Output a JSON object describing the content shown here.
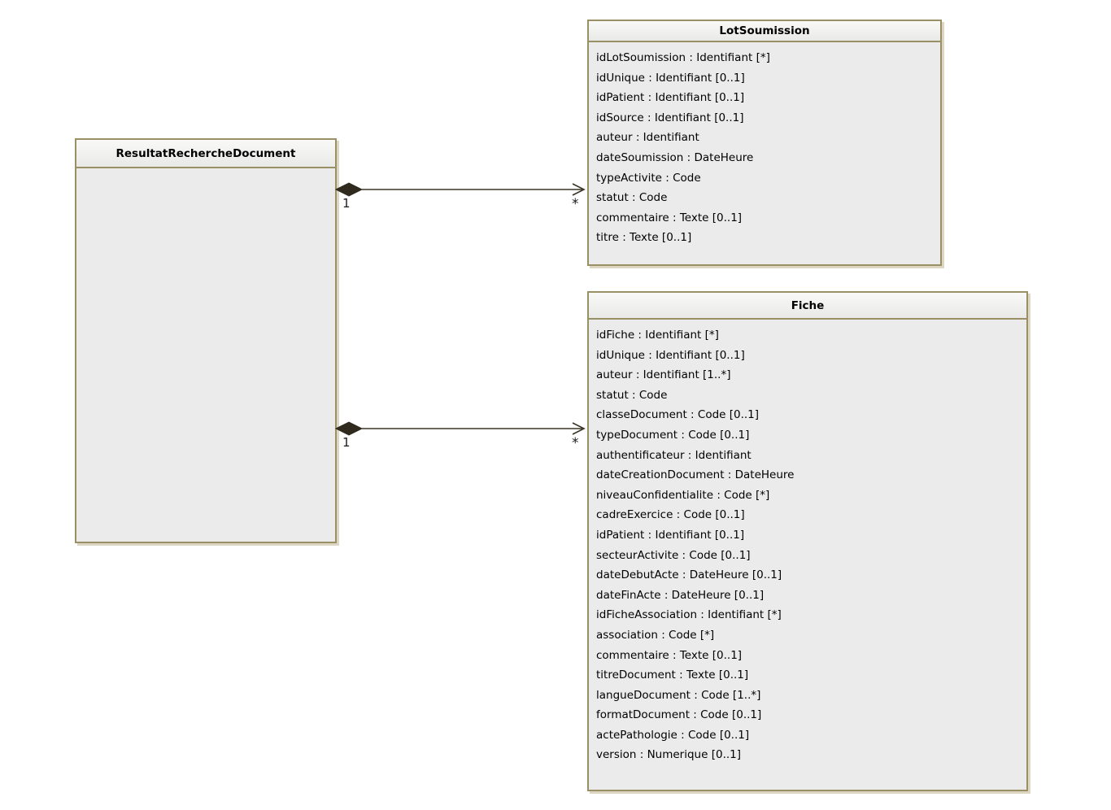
{
  "diagram": {
    "classes": {
      "resultat": {
        "name": "ResultatRechercheDocument",
        "attributes": []
      },
      "lot": {
        "name": "LotSoumission",
        "attributes": [
          "idLotSoumission : Identifiant [*]",
          "idUnique : Identifiant [0..1]",
          "idPatient : Identifiant [0..1]",
          "idSource : Identifiant [0..1]",
          "auteur : Identifiant",
          "dateSoumission : DateHeure",
          "typeActivite : Code",
          "statut : Code",
          "commentaire : Texte [0..1]",
          "titre : Texte [0..1]"
        ]
      },
      "fiche": {
        "name": "Fiche",
        "attributes": [
          "idFiche : Identifiant [*]",
          "idUnique : Identifiant [0..1]",
          "auteur : Identifiant [1..*]",
          "statut : Code",
          "classeDocument : Code [0..1]",
          "typeDocument : Code [0..1]",
          "authentificateur : Identifiant",
          "dateCreationDocument : DateHeure",
          "niveauConfidentialite : Code [*]",
          "cadreExercice : Code [0..1]",
          "idPatient : Identifiant [0..1]",
          "secteurActivite : Code [0..1]",
          "dateDebutActe : DateHeure [0..1]",
          "dateFinActe : DateHeure [0..1]",
          "idFicheAssociation : Identifiant [*]",
          "association : Code [*]",
          "commentaire : Texte [0..1]",
          "titreDocument : Texte [0..1]",
          "langueDocument : Code [1..*]",
          "formatDocument : Code [0..1]",
          "actePathologie : Code [0..1]",
          "version : Numerique [0..1]"
        ]
      }
    },
    "relations": [
      {
        "from": "ResultatRechercheDocument",
        "to": "LotSoumission",
        "type": "composition",
        "from_multiplicity": "1",
        "to_multiplicity": "*"
      },
      {
        "from": "ResultatRechercheDocument",
        "to": "Fiche",
        "type": "composition",
        "from_multiplicity": "1",
        "to_multiplicity": "*"
      }
    ],
    "colors": {
      "border": "#9a9066",
      "fill": "#ebebeb",
      "line": "#3b3527",
      "diamond": "#2f2a1d",
      "background": "#ffffff"
    }
  }
}
